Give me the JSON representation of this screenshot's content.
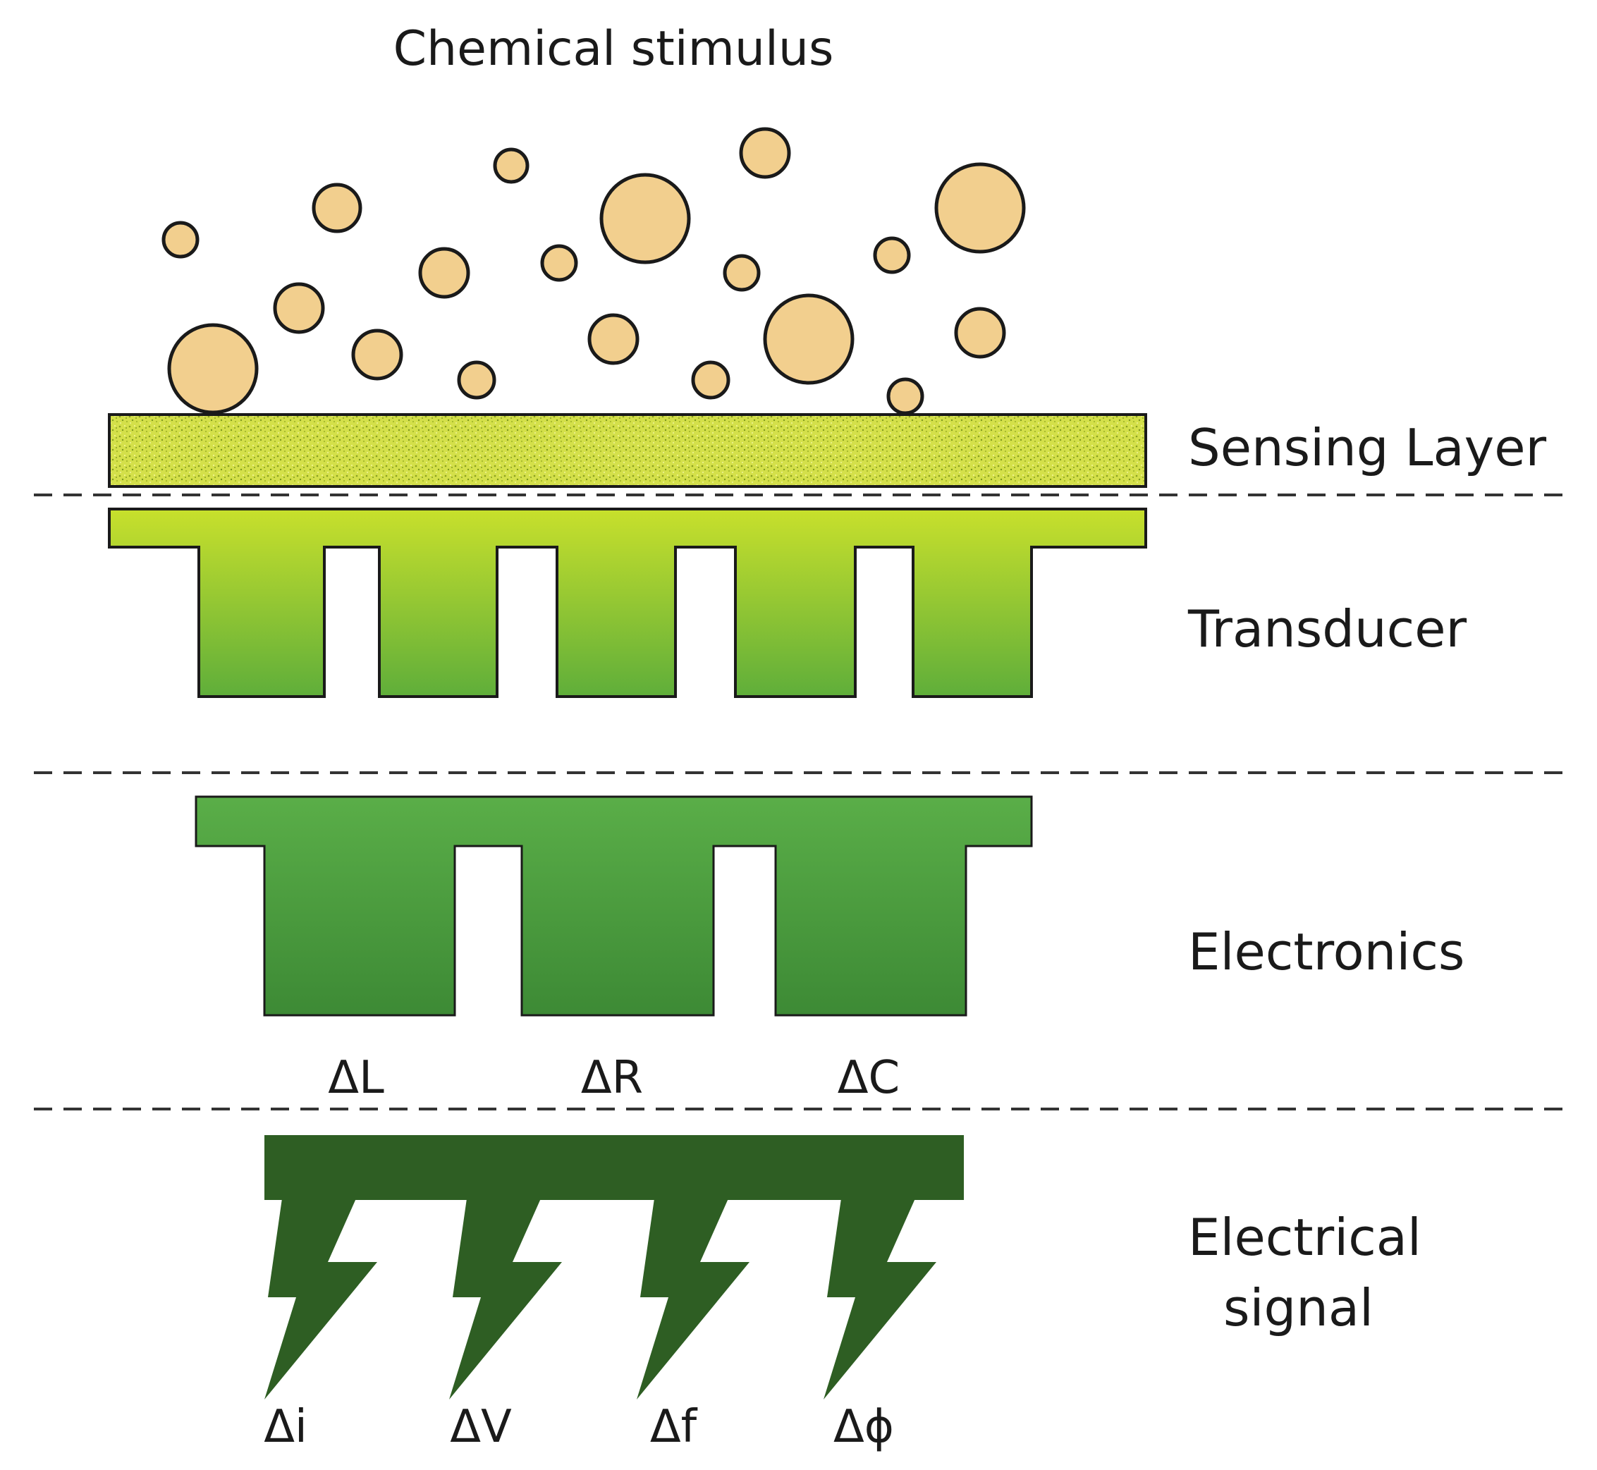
{
  "title": "Chemical stimulus",
  "layers": {
    "sensing": "Sensing Layer",
    "transducer": "Transducer",
    "electronics": "Electronics",
    "signal_line1": "Electrical",
    "signal_line2": "signal"
  },
  "electronics_deltas": [
    "ΔL",
    "ΔR",
    "ΔC"
  ],
  "signal_deltas": [
    "Δi",
    "ΔV",
    "Δf",
    "Δϕ"
  ],
  "colors": {
    "particle_fill": "#f2cf8e",
    "particle_stroke": "#1a1a1a",
    "sensing_layer": "#d4e04a",
    "transducer_top": "#c8e02c",
    "transducer_bottom": "#5fae3a",
    "electronics_top": "#5aae48",
    "electronics_bottom": "#3d8a35",
    "signal": "#2e5e23",
    "dashed_line": "#333333"
  }
}
